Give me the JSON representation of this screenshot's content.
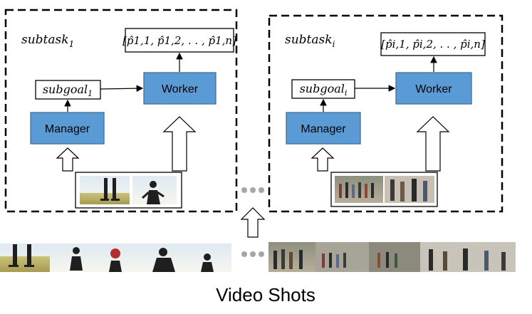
{
  "panels": [
    {
      "subtask_label": "subtask",
      "subtask_sub": "1",
      "subgoal_label": "subgoal",
      "subgoal_sub": "1",
      "manager_label": "Manager",
      "worker_label": "Worker",
      "output_label": "[p̂1,1, p̂1,2, . . , p̂1,n]"
    },
    {
      "subtask_label": "subtask",
      "subtask_sub": "i",
      "subgoal_label": "subgoal",
      "subgoal_sub": "i",
      "manager_label": "Manager",
      "worker_label": "Worker",
      "output_label": "[p̂i,1, p̂i,2, . . , p̂i,n]"
    }
  ],
  "footer": {
    "title": "Video Shots"
  },
  "colors": {
    "box_fill": "#5b9bd5",
    "box_stroke": "#41719c",
    "dash": "#000000"
  }
}
